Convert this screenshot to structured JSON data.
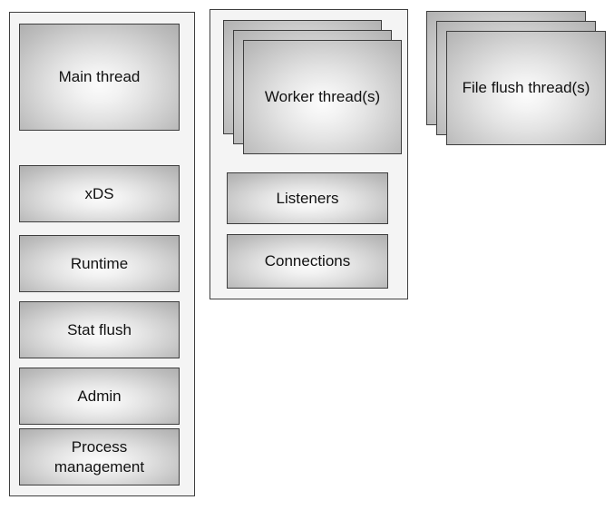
{
  "diagram": {
    "title": "Envoy threading model",
    "type": "block-diagram",
    "colors": {
      "box_border": "#3d3d3d",
      "group_border": "#3f3f3f",
      "group_background": "#f4f4f4",
      "box_gradient_center": "#fbfbfb",
      "box_gradient_edge": "#a8a8a8",
      "page_background": "#ffffff",
      "text": "#111111"
    },
    "groups": [
      {
        "id": "main-process-group",
        "name": "main-thread-group",
        "boxes": [
          {
            "id": "main-thread",
            "label": "Main thread"
          },
          {
            "id": "xds",
            "label": "xDS"
          },
          {
            "id": "runtime",
            "label": "Runtime"
          },
          {
            "id": "stat-flush",
            "label": "Stat flush"
          },
          {
            "id": "admin",
            "label": "Admin"
          },
          {
            "id": "process-management",
            "label": "Process\nmanagement"
          }
        ]
      },
      {
        "id": "worker-group",
        "name": "worker-thread-group",
        "stack": {
          "id": "worker-threads",
          "label": "Worker\nthread(s)",
          "layers": 3
        },
        "boxes": [
          {
            "id": "listeners",
            "label": "Listeners"
          },
          {
            "id": "connections",
            "label": "Connections"
          }
        ]
      }
    ],
    "standalone_stacks": [
      {
        "id": "file-flush-threads",
        "label": "File flush\nthread(s)",
        "layers": 3
      }
    ]
  }
}
